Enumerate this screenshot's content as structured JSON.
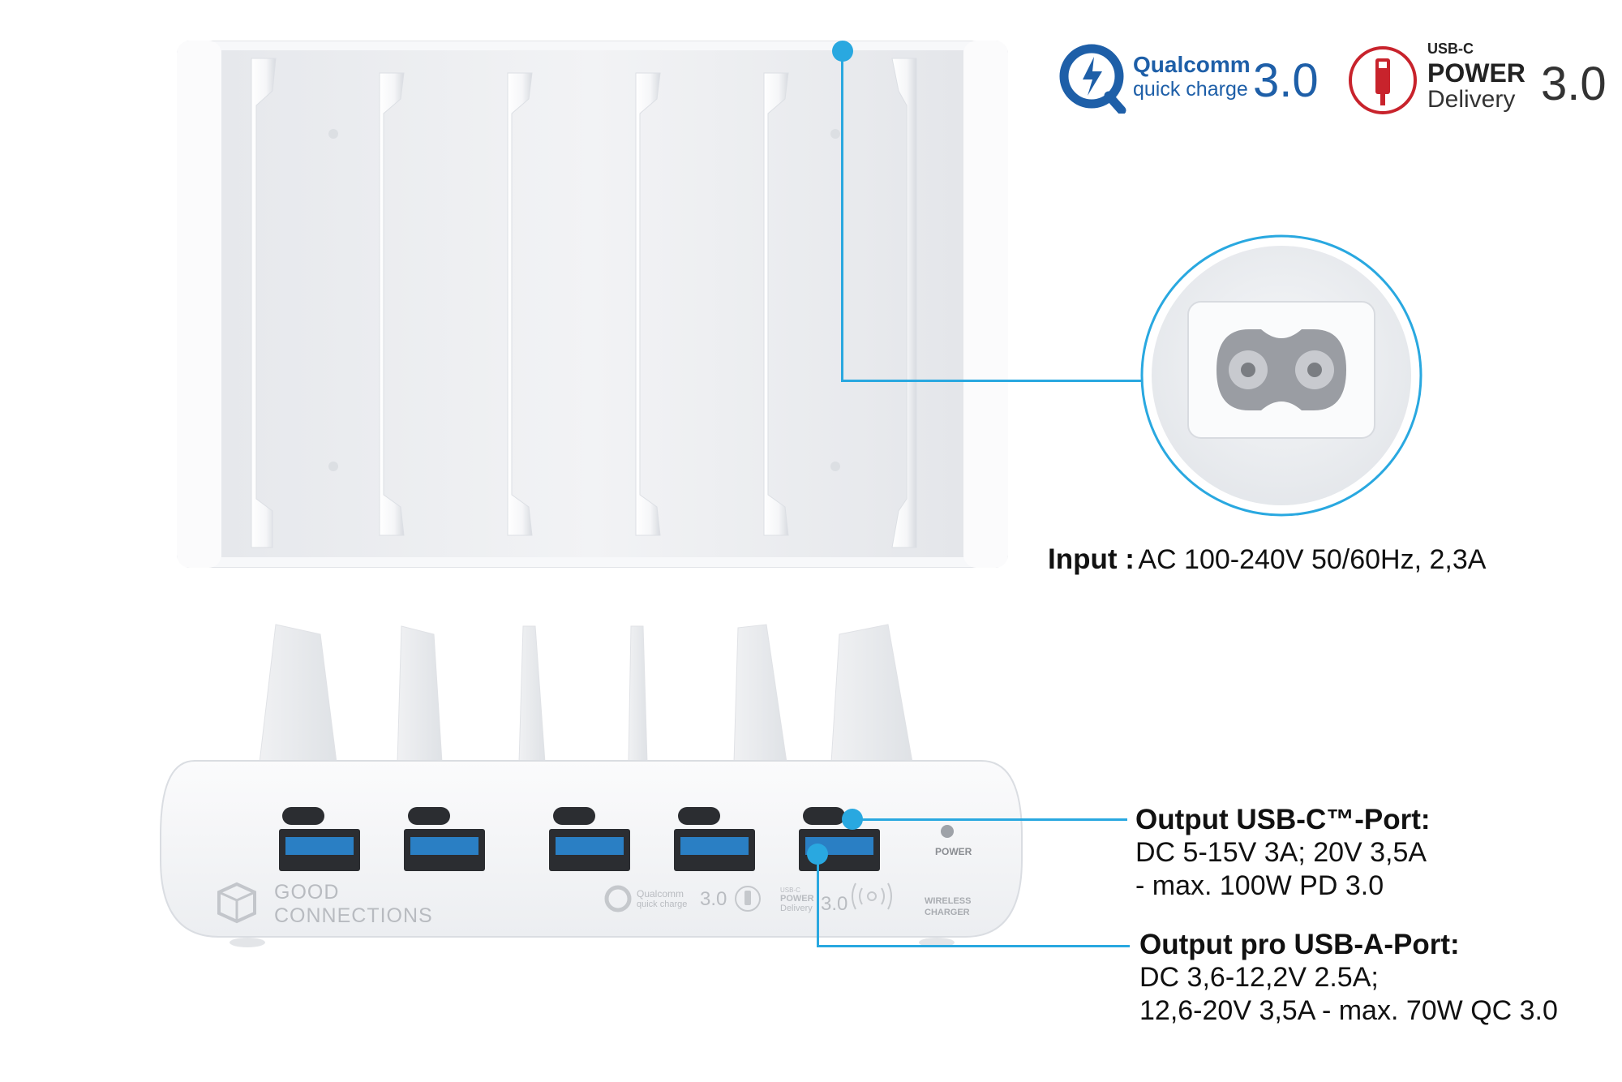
{
  "logos": {
    "qualcomm": {
      "line1": "Qualcomm",
      "line2": "quick charge",
      "version": "3.0",
      "color": "#1e5fa8"
    },
    "power_delivery": {
      "line1": "USB-C",
      "line2": "POWER",
      "line3": "Delivery",
      "version": "3.0",
      "accent": "#c8232c"
    }
  },
  "input_spec": {
    "label": "Input :",
    "value": "AC 100-240V 50/60Hz, 2,3A"
  },
  "usb_c_spec": {
    "title": "Output USB-C™-Port:",
    "line1": "DC 5-15V 3A; 20V 3,5A",
    "line2": "- max. 100W PD 3.0"
  },
  "usb_a_spec": {
    "title": "Output pro USB-A-Port:",
    "line1": "DC 3,6-12,2V 2.5A;",
    "line2": "12,6-20V 3,5A - max. 70W QC 3.0"
  },
  "device": {
    "brand_line1": "Good",
    "brand_line2": "Connections",
    "power_label": "POWER",
    "panel_qc_line1": "Qualcomm",
    "panel_qc_line2": "quick charge",
    "panel_qc_ver": "3.0",
    "panel_pd_line1": "USB-C",
    "panel_pd_line2": "POWER",
    "panel_pd_line3": "Delivery",
    "panel_pd_ver": "3.0",
    "wireless_line1": "WIRELESS",
    "wireless_line2": "CHARGER"
  },
  "colors": {
    "callout": "#29a8e0",
    "device_white": "#f4f5f7",
    "usb_a_blue": "#2a7fc4"
  }
}
